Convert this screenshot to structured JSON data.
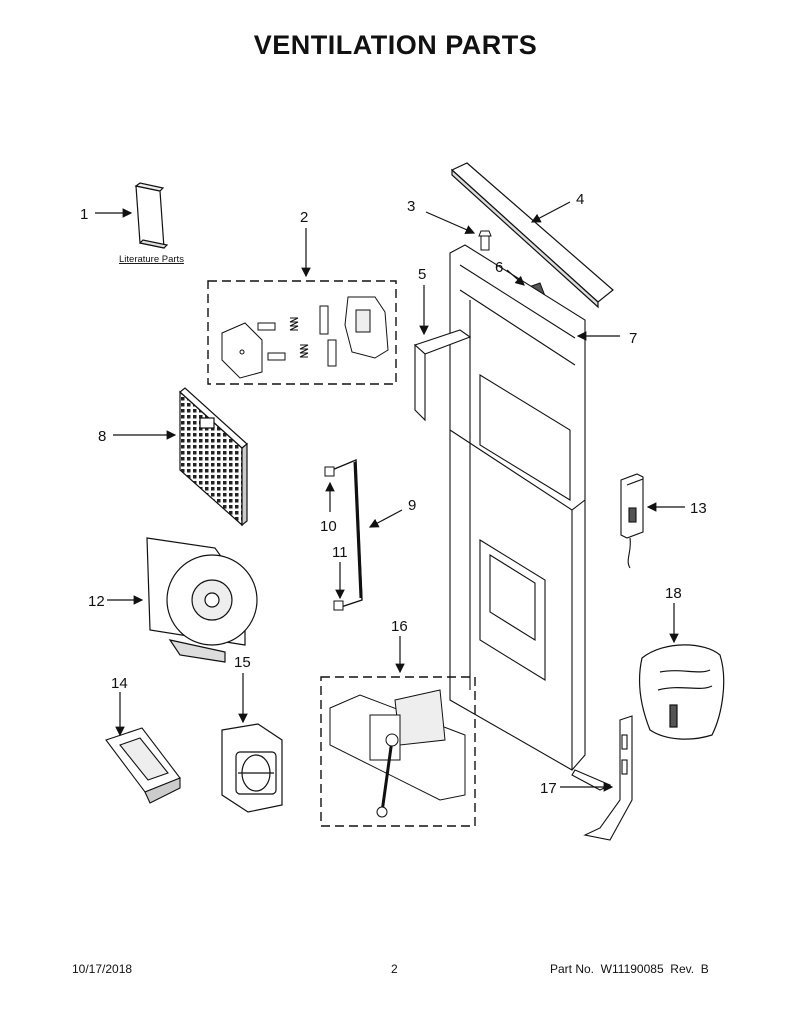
{
  "title": "VENTILATION PARTS",
  "literature_label": "Literature Parts",
  "callouts": [
    "1",
    "2",
    "3",
    "4",
    "5",
    "6",
    "7",
    "8",
    "9",
    "10",
    "11",
    "12",
    "13",
    "14",
    "15",
    "16",
    "17",
    "18"
  ],
  "footer": {
    "date": "10/17/2018",
    "page": "2",
    "part": "Part No.  W11190085  Rev.  B"
  }
}
